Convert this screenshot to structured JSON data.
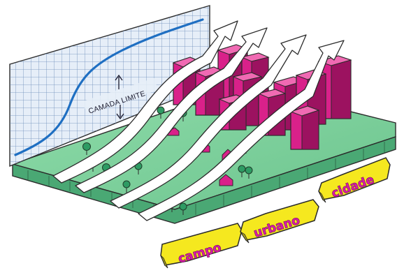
{
  "illustration": {
    "boundary_layer_label": "CAMADA LIMITE",
    "zones": [
      {
        "label": "campo"
      },
      {
        "label": "urbano"
      },
      {
        "label": "cidade"
      }
    ],
    "colors": {
      "ground": "#7fd19a",
      "ground_edge": "#4aa874",
      "grid_panel": "#dfe9f5",
      "grid_lines": "#5c7fb0",
      "profile_line": "#1f6fc2",
      "buildings": "#d9218a",
      "building_dark": "#9c1260",
      "building_top": "#f06ab3",
      "wind_arrow": "#ffffff",
      "tree": "#2e9b63",
      "sign_fill": "#f5e81f",
      "sign_text": "#d61aa6"
    }
  }
}
